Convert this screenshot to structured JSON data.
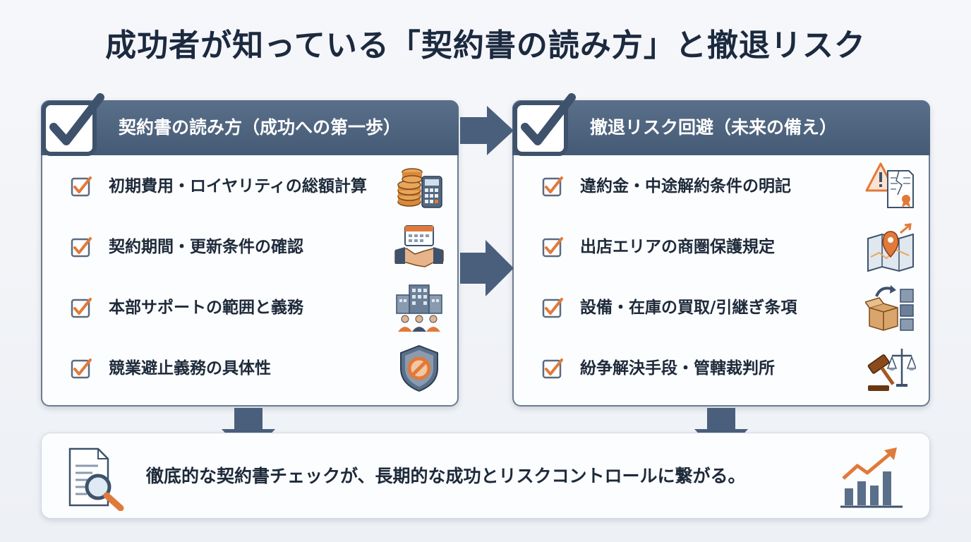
{
  "title": "成功者が知っている「契約書の読み方」と撤退リスク",
  "left_panel": {
    "header": "契約書の読み方（成功への第一歩）",
    "items": [
      {
        "label": "初期費用・ロイヤリティの総額計算",
        "icon": "coins-calculator-icon"
      },
      {
        "label": "契約期間・更新条件の確認",
        "icon": "handshake-calendar-icon"
      },
      {
        "label": "本部サポートの範囲と義務",
        "icon": "headquarters-team-icon"
      },
      {
        "label": "競業避止義務の具体性",
        "icon": "prohibition-shield-icon"
      }
    ]
  },
  "right_panel": {
    "header": "撤退リスク回避（未来の備え）",
    "items": [
      {
        "label": "違約金・中途解約条件の明記",
        "icon": "warning-contract-icon"
      },
      {
        "label": "出店エリアの商圏保護規定",
        "icon": "map-pin-icon"
      },
      {
        "label": "設備・在庫の買取/引継ぎ条項",
        "icon": "boxes-transfer-icon"
      },
      {
        "label": "紛争解決手段・管轄裁判所",
        "icon": "gavel-scales-icon"
      }
    ]
  },
  "conclusion": "徹底的な契約書チェックが、長期的な成功とリスクコントロールに繋がる。",
  "colors": {
    "header_bg": "#4e6380",
    "accent_orange": "#e07a3a",
    "arrow": "#4a5f7c",
    "title": "#1c2a40"
  }
}
